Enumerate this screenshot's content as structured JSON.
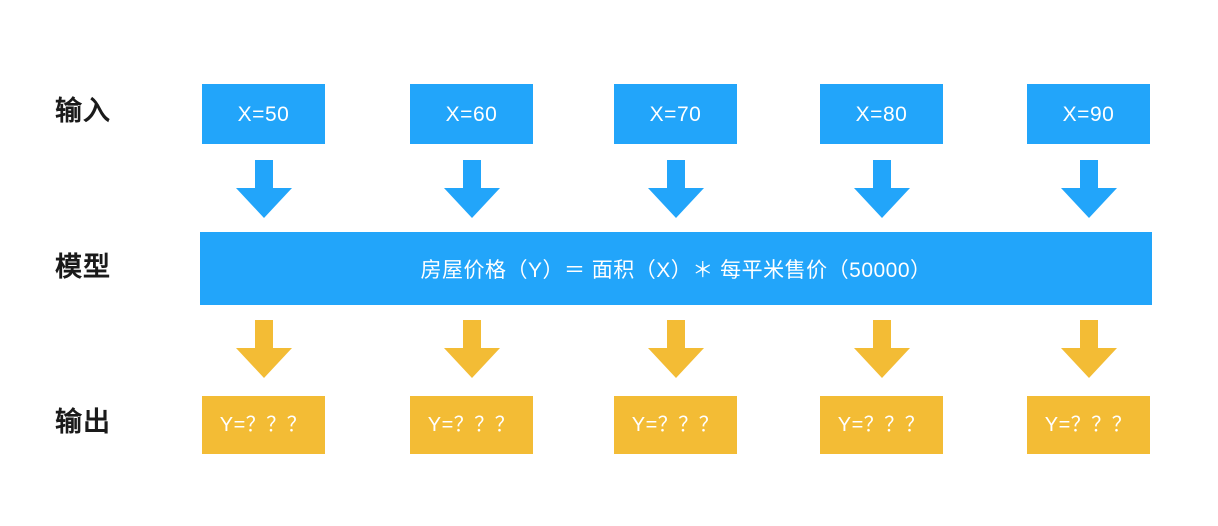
{
  "diagram": {
    "title_rows": {
      "input_label": "输入",
      "model_label": "模型",
      "output_label": "输出"
    },
    "colors": {
      "blue": "#22a5fa",
      "yellow": "#f3bc35",
      "background": "#ffffff",
      "text_dark": "#1a1a1a",
      "text_light": "#ffffff"
    },
    "inputs": [
      {
        "label": "X=50"
      },
      {
        "label": "X=60"
      },
      {
        "label": "X=70"
      },
      {
        "label": "X=80"
      },
      {
        "label": "X=90"
      }
    ],
    "model": {
      "formula": "房屋价格（Y）＝ 面积（X）＊ 每平米售价（50000）",
      "output_variable": "Y",
      "input_variable": "X",
      "price_per_sqm": "50000"
    },
    "outputs": [
      {
        "label": "Y=？？？"
      },
      {
        "label": "Y=？？？"
      },
      {
        "label": "Y=？？？"
      },
      {
        "label": "Y=？？？"
      },
      {
        "label": "Y=？？？"
      }
    ],
    "arrows": {
      "input_to_model_icon": "arrow-down-icon",
      "model_to_output_icon": "arrow-down-icon",
      "count_per_row": 5
    }
  }
}
